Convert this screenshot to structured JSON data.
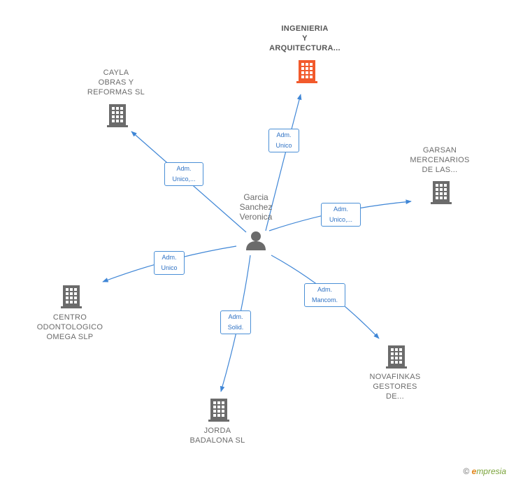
{
  "center": {
    "name_lines": [
      "Garcia",
      "Sanchez",
      "Veronica"
    ],
    "icon": "person-icon"
  },
  "companies": [
    {
      "id": "ingenieria",
      "lines": [
        "INGENIERIA",
        "Y",
        "ARQUITECTURA..."
      ],
      "highlight": true,
      "color": "#f25a2c",
      "role_lines": [
        "Adm.",
        "Unico"
      ]
    },
    {
      "id": "cayla",
      "lines": [
        "CAYLA",
        "OBRAS Y",
        "REFORMAS  SL"
      ],
      "highlight": false,
      "color": "#6b6b6b",
      "role_lines": [
        "Adm.",
        "Unico,..."
      ]
    },
    {
      "id": "garsan",
      "lines": [
        "GARSAN",
        "MERCENARIOS",
        "DE LAS..."
      ],
      "highlight": false,
      "color": "#6b6b6b",
      "role_lines": [
        "Adm.",
        "Unico,..."
      ]
    },
    {
      "id": "centro",
      "lines": [
        "CENTRO",
        "ODONTOLOGICO",
        "OMEGA  SLP"
      ],
      "highlight": false,
      "color": "#6b6b6b",
      "role_lines": [
        "Adm.",
        "Unico"
      ]
    },
    {
      "id": "novafinkas",
      "lines": [
        "NOVAFINKAS",
        "GESTORES",
        "DE..."
      ],
      "highlight": false,
      "color": "#6b6b6b",
      "role_lines": [
        "Adm.",
        "Mancom."
      ]
    },
    {
      "id": "jorda",
      "lines": [
        "JORDA",
        "BADALONA  SL"
      ],
      "highlight": false,
      "color": "#6b6b6b",
      "role_lines": [
        "Adm.",
        "Solid."
      ]
    }
  ],
  "colors": {
    "link": "#3f86d6",
    "label_border": "#4a8fd6",
    "node_text": "#6b6b6b",
    "highlight": "#f25a2c"
  },
  "footer": {
    "copyright": "©",
    "brand_initial": "e",
    "brand_rest": "mpresia"
  }
}
